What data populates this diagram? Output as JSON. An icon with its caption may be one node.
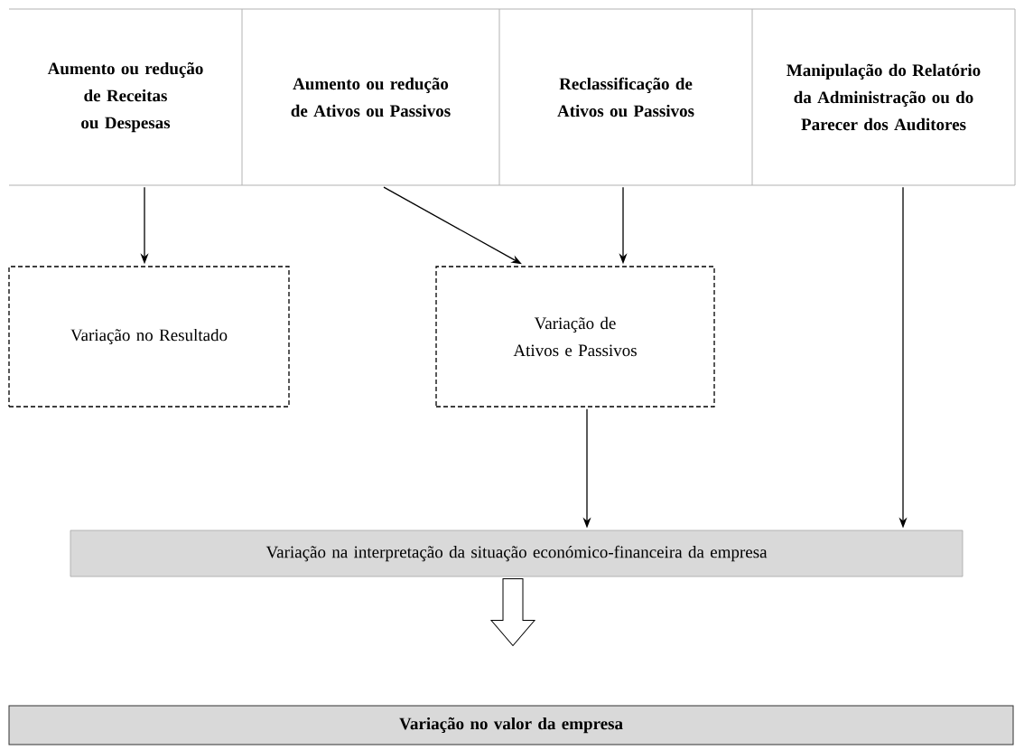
{
  "diagram": {
    "nodes": [
      {
        "text": [
          "Aumento ou redução de Receitas ou Despesas"
        ]
      },
      {
        "text": [
          "Aumento ou redução de Ativos ou Passivos"
        ]
      },
      {
        "text": [
          "Reclassificação de Ativos ou Passivos"
        ]
      },
      {
        "text": [
          "Manipulação do Relatório da Administração ou do Parecer dos Auditores"
        ]
      },
      {
        "text": [
          "Variação no Resultado"
        ]
      },
      {
        "text": [
          "Variação de Ativos e Passivos"
        ]
      },
      {
        "text": [
          "Variação na interpretação da situação económico-financeira da empresa"
        ]
      },
      {
        "text": [
          "Variação no valor da empresa"
        ]
      }
    ],
    "edges": [
      {
        "from": 0,
        "to": 4,
        "arrow": "to"
      },
      {
        "from": 1,
        "to": 5,
        "arrow": "to"
      },
      {
        "from": 2,
        "to": 5,
        "arrow": "to"
      },
      {
        "from": 5,
        "to": 6,
        "arrow": "to"
      },
      {
        "from": 3,
        "to": 6,
        "arrow": "to"
      },
      {
        "from": 6,
        "to": 7,
        "arrow": "to",
        "style": "thick"
      }
    ]
  }
}
